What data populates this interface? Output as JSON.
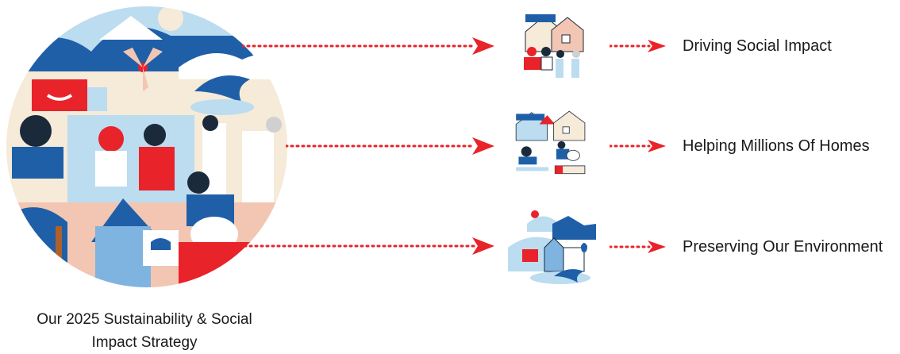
{
  "caption": {
    "line1": "Our 2025 Sustainability & Social",
    "line2": "Impact Strategy"
  },
  "pillars": [
    {
      "label": "Driving Social Impact"
    },
    {
      "label": "Helping Millions Of Homes"
    },
    {
      "label": "Preserving Our Environment"
    }
  ],
  "colors": {
    "arrow_red": "#e8232a",
    "deep_blue": "#1f5fa8",
    "light_blue": "#bcdcf0",
    "peach": "#f2c6b2",
    "cream": "#f6ead8",
    "dark": "#1b2a3a"
  }
}
